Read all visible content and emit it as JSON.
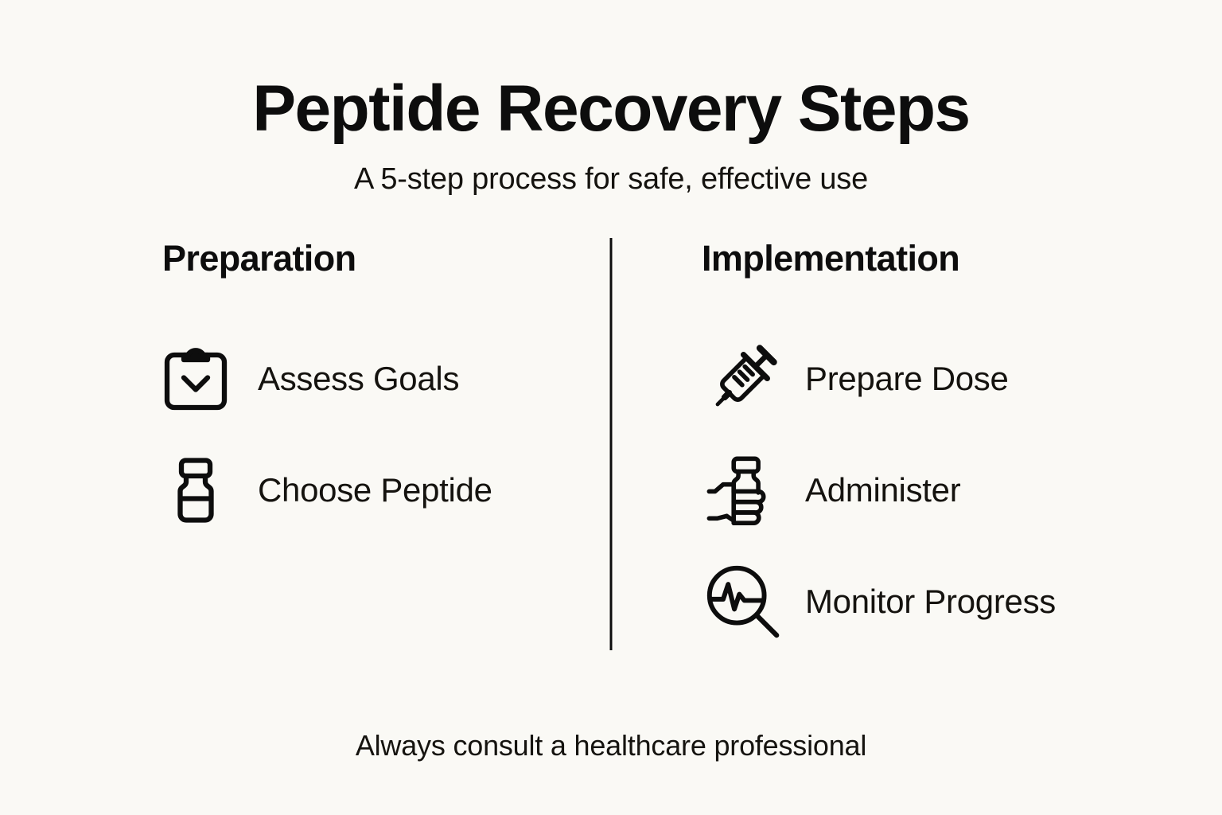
{
  "header": {
    "title": "Peptide Recovery Steps",
    "subtitle": "A 5-step process for safe, effective use"
  },
  "columns": [
    {
      "heading": "Preparation",
      "steps": [
        {
          "label": "Assess Goals",
          "icon": "clipboard-check-icon"
        },
        {
          "label": "Choose Peptide",
          "icon": "vial-icon"
        }
      ]
    },
    {
      "heading": "Implementation",
      "steps": [
        {
          "label": "Prepare Dose",
          "icon": "syringe-icon"
        },
        {
          "label": "Administer",
          "icon": "hand-holding-vial-icon"
        },
        {
          "label": "Monitor Progress",
          "icon": "magnifier-pulse-icon"
        }
      ]
    }
  ],
  "footer": {
    "note": "Always consult a healthcare professional"
  },
  "colors": {
    "background": "#faf9f5",
    "ink": "#0d0d0d",
    "text": "#15130f",
    "divider": "#0d0d0d"
  }
}
